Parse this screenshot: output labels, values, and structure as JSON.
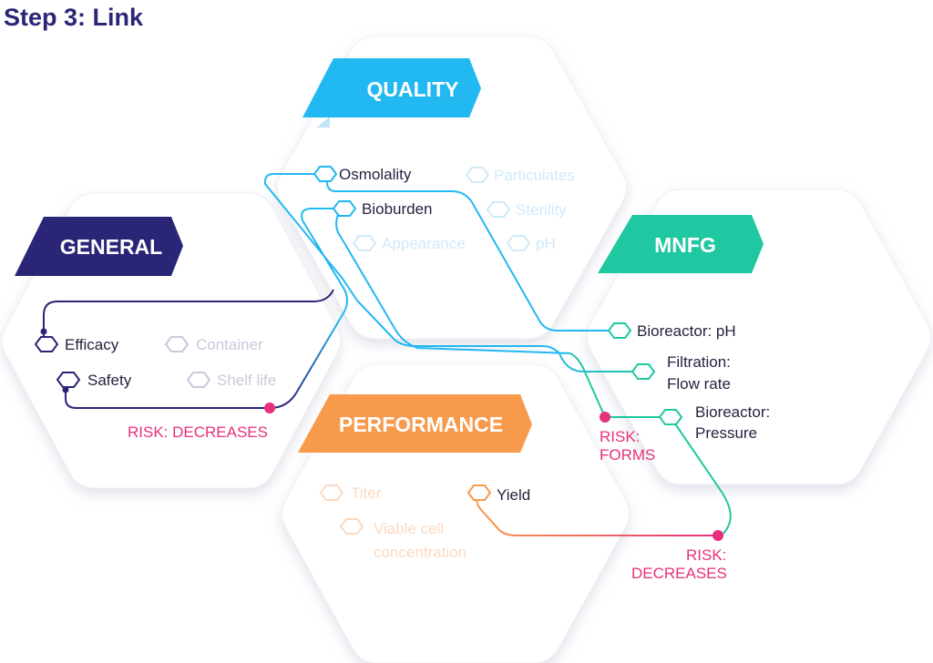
{
  "title": "Step 3: Link",
  "colors": {
    "title": "#2a2577",
    "quality": "#22b8f2",
    "general": "#2a2577",
    "mnfg": "#1fc8a0",
    "performance": "#f79a4c",
    "risk": "#e6317a"
  },
  "categories": {
    "quality": {
      "label": "QUALITY",
      "items": [
        "Osmolality",
        "Particulates",
        "Bioburden",
        "Sterility",
        "Appearance",
        "pH"
      ]
    },
    "general": {
      "label": "GENERAL",
      "items": [
        "Efficacy",
        "Container",
        "Safety",
        "Shelf life"
      ]
    },
    "mnfg": {
      "label": "MNFG",
      "items": [
        "Bioreactor: pH",
        "Filtration:",
        "Flow rate",
        "Bioreactor:",
        "Pressure"
      ]
    },
    "performance": {
      "label": "PERFORMANCE",
      "items": [
        "Titer",
        "Yield",
        "Viable cell",
        "concentration"
      ]
    }
  },
  "risks": {
    "general": "RISK: DECREASES",
    "forms": [
      "RISK:",
      "FORMS"
    ],
    "decreases": [
      "RISK:",
      "DECREASES"
    ]
  }
}
